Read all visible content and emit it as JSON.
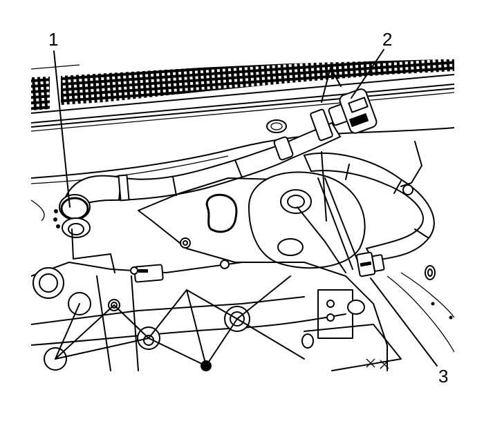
{
  "figure": {
    "type": "technical-line-illustration",
    "subject": "engine compartment with coolant/heater hoses and electrical connectors",
    "callouts": [
      {
        "id": "1",
        "label": "1",
        "target": "hose clamp at left hose end"
      },
      {
        "id": "2",
        "label": "2",
        "target": "electrical connector on upper hose"
      },
      {
        "id": "3",
        "label": "3",
        "target": "hose end fitting at right"
      }
    ],
    "colors": {
      "line": "#000000",
      "background": "#ffffff"
    }
  }
}
